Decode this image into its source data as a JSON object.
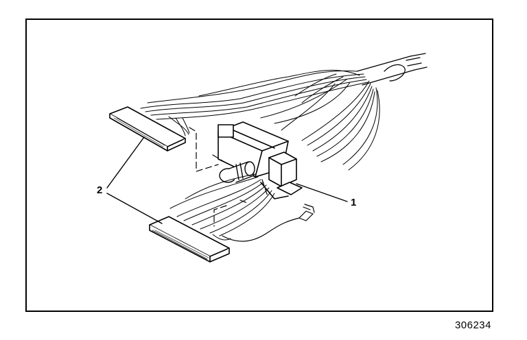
{
  "callouts": {
    "one": "1",
    "two": "2"
  },
  "figure_number": "306234",
  "parts": [
    {
      "callout": "1",
      "icon": "connector-body-icon"
    },
    {
      "callout": "2",
      "icon": "ribbon-connector-icon"
    }
  ],
  "colors": {
    "ink": "#000000",
    "paper": "#ffffff"
  }
}
